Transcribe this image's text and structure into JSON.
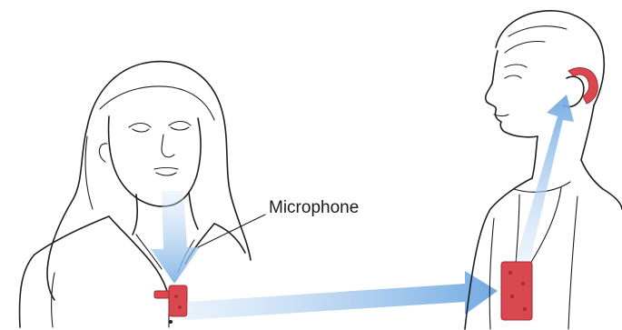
{
  "diagram": {
    "label_microphone": "Microphone",
    "colors": {
      "arrow": "#9cc5ec",
      "device": "#d9474f",
      "device_dark": "#a52a31",
      "ink": "#1e1e1e",
      "background": "#ffffff"
    },
    "icons": [
      "speaking-woman",
      "listening-man",
      "microphone-transmitter",
      "receiver-device",
      "hearing-aid"
    ]
  }
}
